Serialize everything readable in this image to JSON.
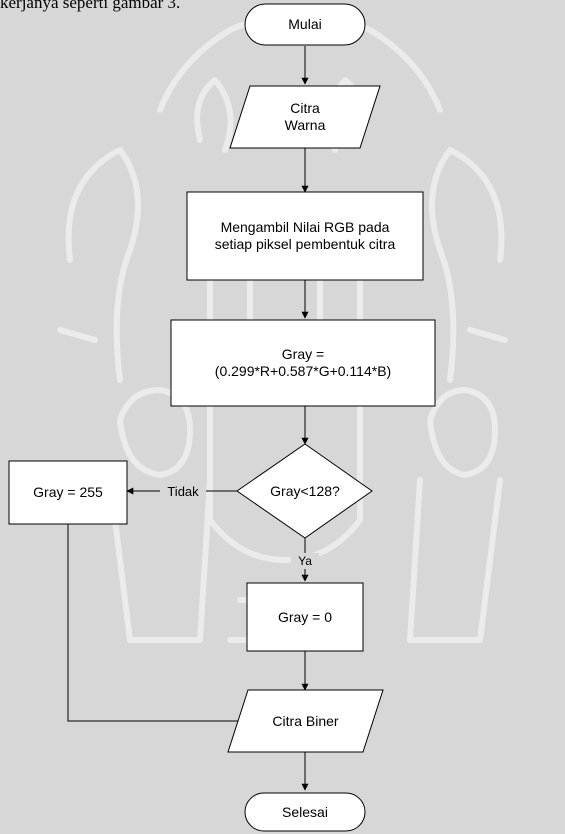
{
  "caption": "kerjanya seperti gambar 3.",
  "nodes": {
    "start": "Mulai",
    "input": "Citra\nWarna",
    "get_rgb": "Mengambil Nilai RGB pada\nsetiap piksel pembentuk citra",
    "gray_formula": "Gray =\n(0.299*R+0.587*G+0.114*B)",
    "decision": "Gray<128?",
    "gray_255": "Gray = 255",
    "gray_0": "Gray = 0",
    "output": "Citra Biner",
    "end": "Selesai"
  },
  "edges": {
    "no_label": "Tidak",
    "yes_label": "Ya"
  },
  "colors": {
    "background": "#d7d7d7",
    "shape_fill": "#ffffff",
    "stroke": "#000000",
    "watermark": "#ebebeb"
  }
}
